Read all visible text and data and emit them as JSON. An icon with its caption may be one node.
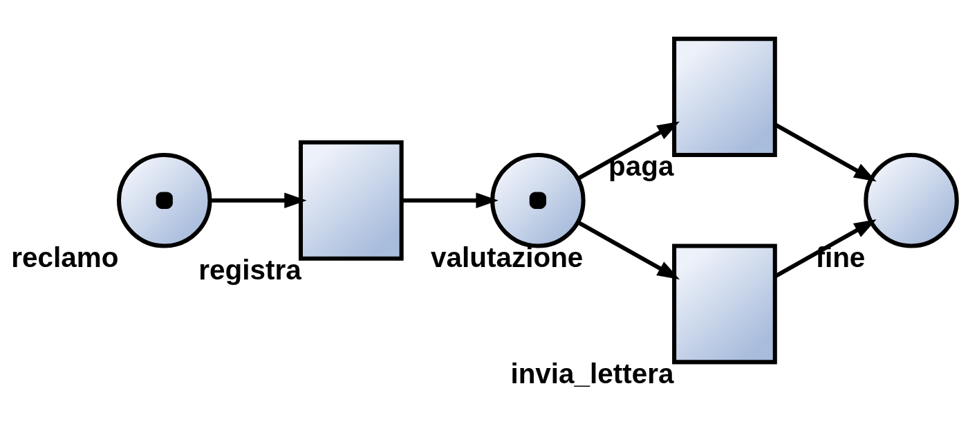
{
  "diagram": {
    "nodes": [
      {
        "text": [],
        "shape": "marked-circle",
        "beside": [
          "reclamo"
        ]
      },
      {
        "text": [],
        "shape": "box",
        "beside": [
          "registra"
        ]
      },
      {
        "text": [],
        "shape": "marked-circle",
        "beside": [
          "valutazione"
        ]
      },
      {
        "text": [],
        "shape": "box",
        "beside": [
          "paga"
        ]
      },
      {
        "text": [],
        "shape": "box",
        "beside": [
          "invia_lettera"
        ]
      },
      {
        "text": [],
        "shape": "circle",
        "beside": [
          "fine"
        ]
      }
    ],
    "edges": [
      {
        "from": 0,
        "to": 1,
        "arrow": "to"
      },
      {
        "from": 1,
        "to": 2,
        "arrow": "to"
      },
      {
        "from": 2,
        "to": 3,
        "arrow": "to"
      },
      {
        "from": 2,
        "to": 4,
        "arrow": "to"
      },
      {
        "from": 3,
        "to": 5,
        "arrow": "to"
      },
      {
        "from": 4,
        "to": 5,
        "arrow": "to"
      }
    ]
  }
}
